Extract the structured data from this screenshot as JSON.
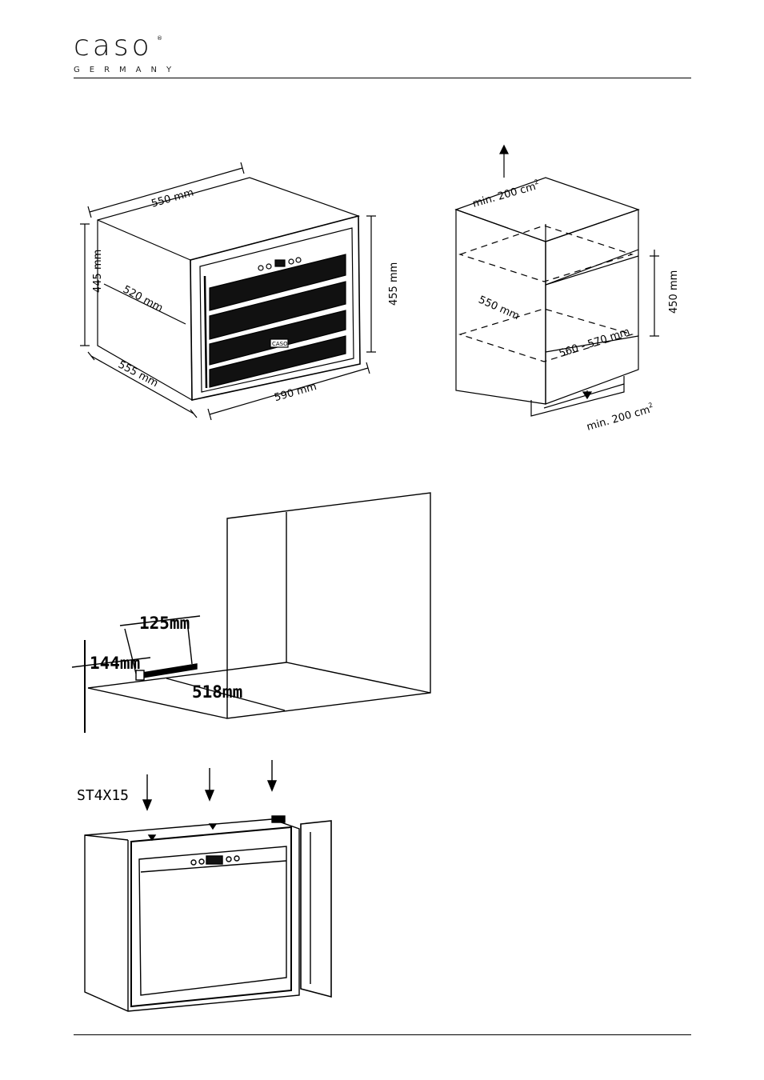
{
  "header": {
    "brand": "caso",
    "brand_mark": "®",
    "tagline": "GERMANY"
  },
  "figure1": {
    "width_top": "550 mm",
    "height_left": "445 mm",
    "depth_inner": "520 mm",
    "depth_bottom": "555 mm",
    "width_front": "590 mm",
    "height_right": "455 mm",
    "panel_logo": "CASO"
  },
  "figure2": {
    "vent_top": "min. 200 cm",
    "vent_top_sup": "2",
    "depth": "550 mm",
    "width_range": "560 - 570 mm",
    "height": "450 mm",
    "vent_bottom": "min. 200 cm",
    "vent_bottom_sup": "2"
  },
  "figure3": {
    "dim_a": "125mm",
    "dim_b": "144mm",
    "dim_c": "518mm"
  },
  "figure4": {
    "screw_label": "ST4X15"
  }
}
